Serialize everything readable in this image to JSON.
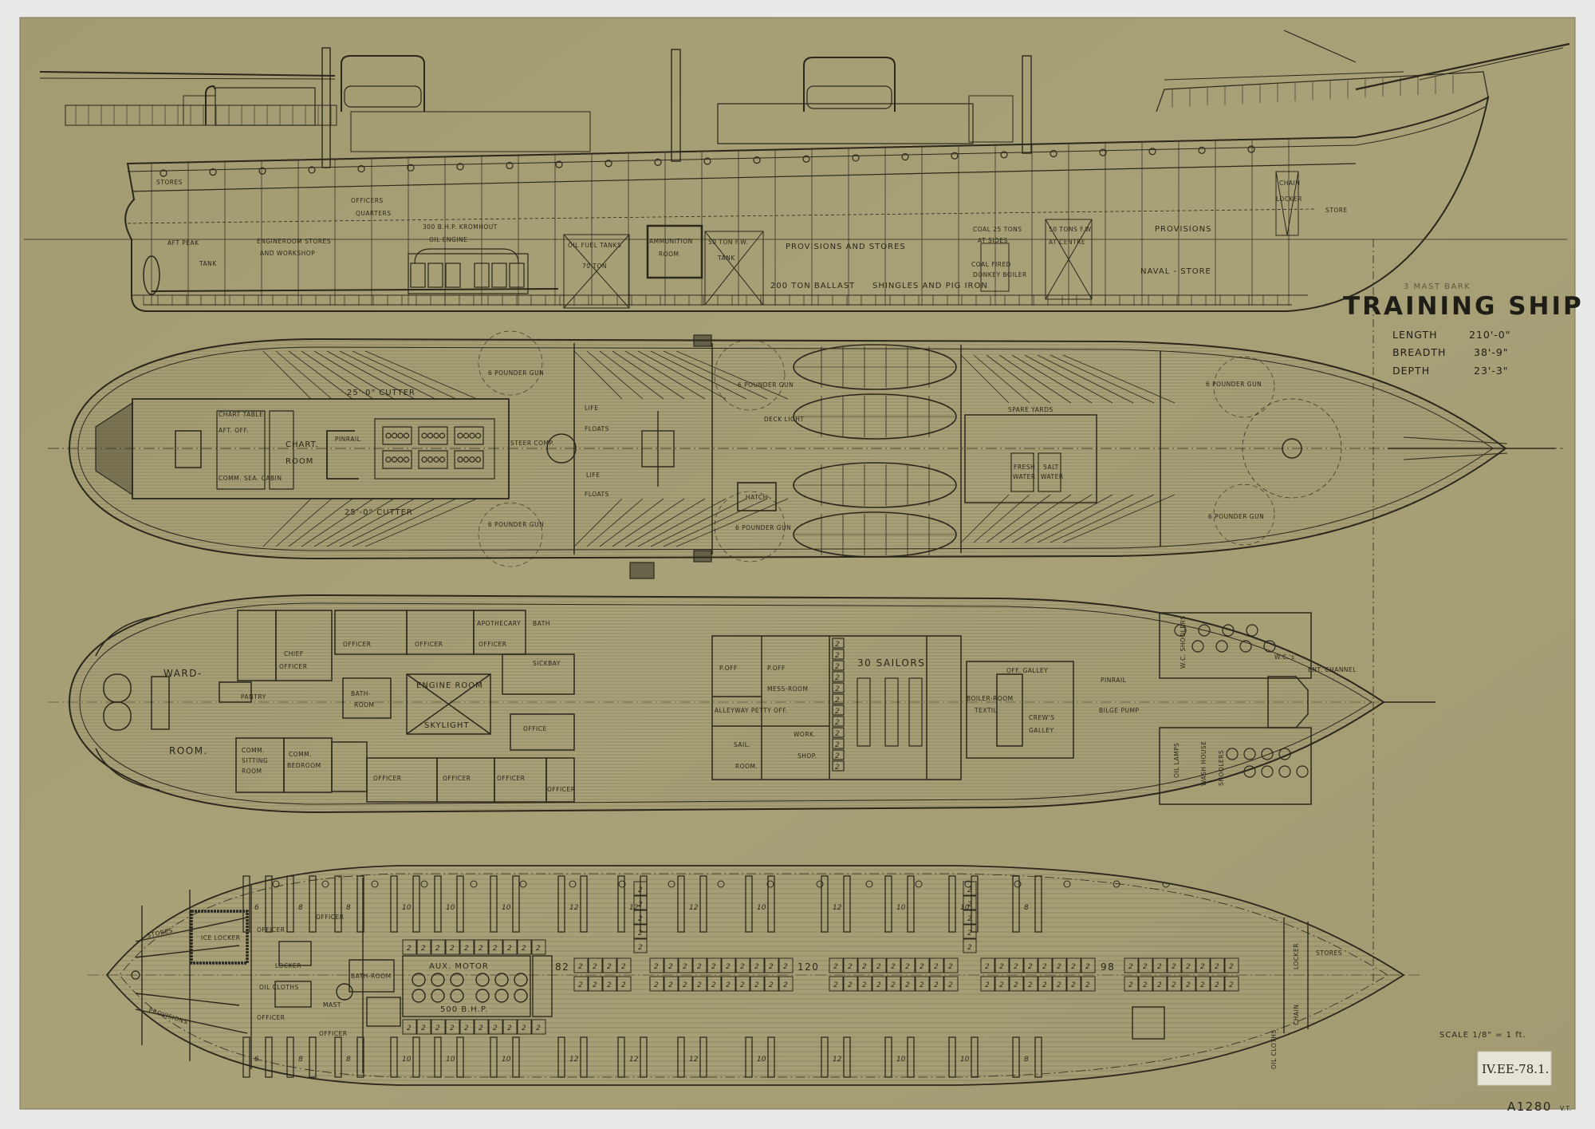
{
  "title_block": {
    "subtitle": "3 MAST BARK",
    "title": "TRAINING SHIP",
    "dimensions": [
      {
        "label": "LENGTH",
        "value": "210'-0\""
      },
      {
        "label": "BREADTH",
        "value": "38'-9\""
      },
      {
        "label": "DEPTH",
        "value": "23'-3\""
      }
    ]
  },
  "profile": {
    "labels": [
      "STORES",
      "OFFICERS",
      "QUARTERS",
      "300 B.H.P. KROMHOUT",
      "OIL ENGINE",
      "AFT PEAK",
      "TANK",
      "ENGINEROOM STORES",
      "AND WORKSHOP",
      "OIL FUEL TANKS",
      "70 TON",
      "AMMUNITION",
      "ROOM",
      "50 TON F.W.",
      "TANK",
      "PROVISIONS AND STORES",
      "200 TON BALLAST",
      "SHINGLES AND PIG IRON",
      "COAL 25 TONS",
      "AT SIDES",
      "COAL FIRED",
      "DONKEY BOILER",
      "50 TONS F.W.",
      "AT CENTRE",
      "PROVISIONS",
      "NAVAL - STORE",
      "CHAIN",
      "LOCKER",
      "STORE"
    ]
  },
  "main_deck": {
    "labels": [
      "25'-0\" CUTTER",
      "25'-0\" CUTTER",
      "CHART.",
      "ROOM",
      "PINRAIL",
      "CHART TABLE",
      "AFT. OFF.",
      "COMM. SEA. CABIN",
      "6 POUNDER GUN",
      "6 POUNDER GUN",
      "LIFE",
      "FLOATS",
      "LIFE",
      "FLOATS",
      "6 POUNDER GUN",
      "6 POUNDER GUN",
      "DECK LIGHT",
      "HATCH",
      "SPARE YARDS",
      "FRESH",
      "WATER",
      "SALT",
      "WATER",
      "6 POUNDER GUN",
      "6 POUNDER GUN",
      "STEER COMP."
    ]
  },
  "middle_deck": {
    "labels": [
      "WARD-",
      "ROOM.",
      "PANTRY",
      "CHIEF",
      "OFFICER",
      "OFFICER",
      "OFFICER",
      "OFFICER",
      "APOTHECARY",
      "BATH",
      "SICKBAY",
      "ENGINE ROOM",
      "SKYLIGHT",
      "BATH-",
      "ROOM",
      "OFFICE",
      "COMM.",
      "SITTING",
      "ROOM",
      "COMM.",
      "BEDROOM",
      "OFFICER",
      "OFFICER",
      "OFFICER",
      "OFFICER",
      "ALLEYWAY PETTY OFF.",
      "P.OFF",
      "P.OFF",
      "MESS-ROOM",
      "30 SAILORS",
      "SAIL.",
      "ROOM.",
      "WORK.",
      "SHOP.",
      "OFF. GALLEY",
      "BOILER-ROOM",
      "TEXTIL",
      "CREW'S",
      "GALLEY",
      "PINRAIL",
      "BILGE PUMP",
      "W.C.'s",
      "ENT. CHANNEL",
      "OIL LAMPS",
      "WASH HOUSE",
      "SHOOLERS",
      "W.C. SHOOLERS"
    ]
  },
  "lower_hold": {
    "labels": [
      "STORES",
      "PROVISIONS",
      "ICE LOCKER",
      "OFFICER",
      "OFFICER",
      "OFFICER",
      "OFFICER",
      "LOCKER",
      "OIL CLOTHS",
      "BATH-ROOM",
      "MAST",
      "AUX. MOTOR",
      "500 B.H.P.",
      "STORES",
      "LOCKER",
      "CHAIN",
      "OIL CLOTHS"
    ],
    "compartment_totals": [
      "82",
      "120",
      "98"
    ],
    "berth_unit": "2",
    "berth_counts_top": [
      "6",
      "8",
      "8",
      "10",
      "10",
      "10",
      "12",
      "12",
      "12",
      "10",
      "12",
      "10",
      "10",
      "8"
    ],
    "berth_counts_bottom": [
      "6",
      "8",
      "8",
      "10",
      "10",
      "10",
      "12",
      "12",
      "12",
      "10",
      "12",
      "10",
      "10",
      "8"
    ]
  },
  "annotations": {
    "scale": "SCALE 1/8\" = 1 ft.",
    "catalogue_label": "IV.EE-78.1.",
    "drawing_number": "A1280",
    "initials": "V.T."
  },
  "colors": {
    "paper": "#a69e74",
    "ink": "#2a281d",
    "mount": "#e9e9e7",
    "label_card": "#e6e3d8"
  }
}
